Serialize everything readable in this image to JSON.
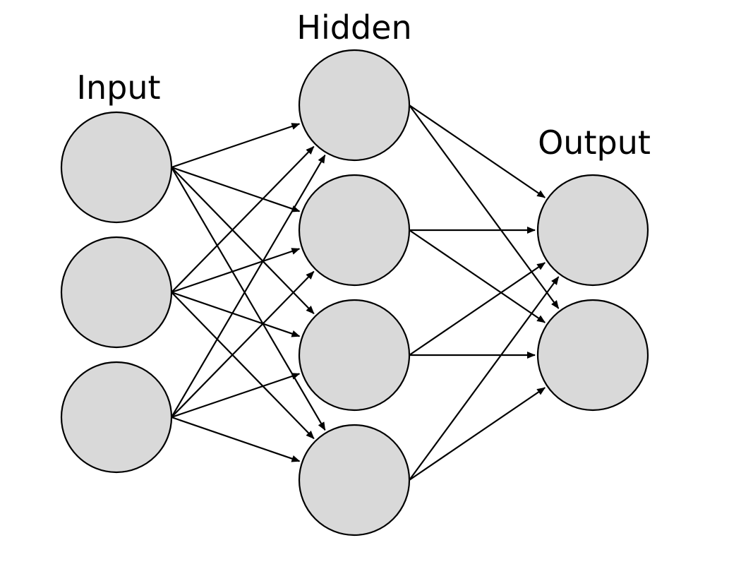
{
  "layers": [
    {
      "id": "input",
      "label": "Input",
      "neuron_count": 3
    },
    {
      "id": "hidden",
      "label": "Hidden",
      "neuron_count": 4
    },
    {
      "id": "output",
      "label": "Output",
      "neuron_count": 2
    }
  ],
  "connections": [
    {
      "from": "input",
      "to": "hidden",
      "pattern": "fully-connected"
    },
    {
      "from": "hidden",
      "to": "output",
      "pattern": "fully-connected"
    }
  ],
  "colors": {
    "neuron_fill": "#d9d9d9",
    "neuron_stroke": "#000000",
    "edge": "#000000",
    "background": "#ffffff"
  }
}
